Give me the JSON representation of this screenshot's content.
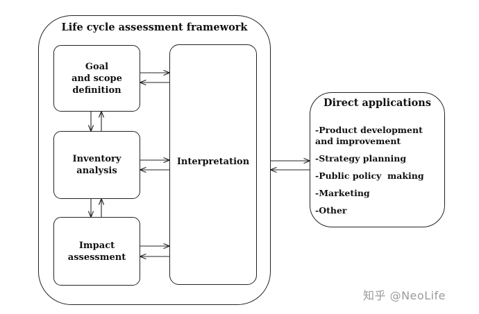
{
  "framework": {
    "title": "Life cycle assessment framework",
    "goal": {
      "line1": "Goal",
      "line2": "and scope",
      "line3": "definition"
    },
    "inventory": {
      "line1": "Inventory",
      "line2": "analysis"
    },
    "impact": {
      "line1": "Impact",
      "line2": "assessment"
    },
    "interpretation": "Interpretation"
  },
  "applications": {
    "title": "Direct applications",
    "items": [
      "-Product development and improvement",
      "-Strategy planning",
      "-Public policy  making",
      "-Marketing",
      "-Other"
    ]
  },
  "watermark": "知乎 @NeoLife"
}
